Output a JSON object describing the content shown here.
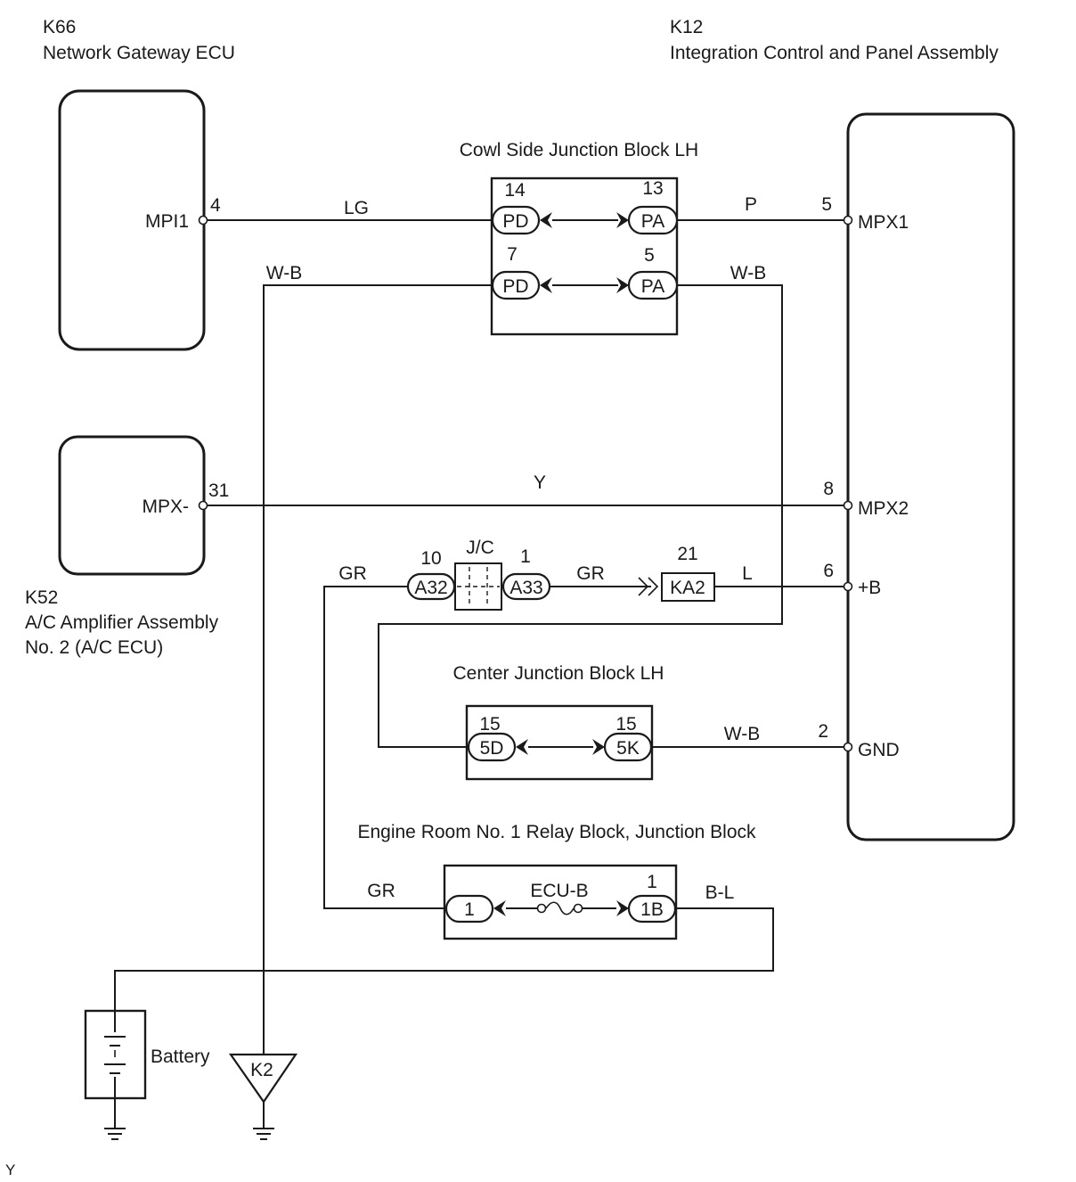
{
  "components": {
    "k66": {
      "code": "K66",
      "name": "Network Gateway ECU",
      "terminal_pin": "4",
      "terminal_name": "MPI1"
    },
    "k12": {
      "code": "K12",
      "name": "Integration Control and Panel Assembly",
      "terminals": [
        {
          "pin": "5",
          "name": "MPX1"
        },
        {
          "pin": "8",
          "name": "MPX2"
        },
        {
          "pin": "6",
          "name": "+B"
        },
        {
          "pin": "2",
          "name": "GND"
        }
      ]
    },
    "k52": {
      "code": "K52",
      "name_line1": "A/C Amplifier Assembly",
      "name_line2": "No. 2 (A/C ECU)",
      "terminal_pin": "31",
      "terminal_name": "MPX-"
    }
  },
  "cowl_jb": {
    "title": "Cowl Side Junction Block LH",
    "rows": [
      {
        "left_pin": "14",
        "left_conn": "PD",
        "right_pin": "13",
        "right_conn": "PA"
      },
      {
        "left_pin": "7",
        "left_conn": "PD",
        "right_pin": "5",
        "right_conn": "PA"
      }
    ]
  },
  "jc": {
    "label": "J/C",
    "left_pin": "10",
    "left_conn": "A32",
    "right_pin": "1",
    "right_conn": "A33"
  },
  "ka2": {
    "pin": "21",
    "conn": "KA2"
  },
  "center_jb": {
    "title": "Center Junction Block LH",
    "left_pin": "15",
    "left_conn": "5D",
    "right_pin": "15",
    "right_conn": "5K"
  },
  "engine_rb": {
    "title": "Engine Room No. 1 Relay Block, Junction Block",
    "left_conn": "1",
    "fuse": "ECU-B",
    "right_pin": "1",
    "right_conn": "1B"
  },
  "wire_colors": {
    "lg": "LG",
    "p": "P",
    "wb_left": "W-B",
    "wb_right": "W-B",
    "y": "Y",
    "gr_jc_left": "GR",
    "gr_jc_right": "GR",
    "l": "L",
    "wb_gnd": "W-B",
    "gr_engine": "GR",
    "bl": "B-L"
  },
  "battery_label": "Battery",
  "ground_point": "K2",
  "corner_code": "Y"
}
